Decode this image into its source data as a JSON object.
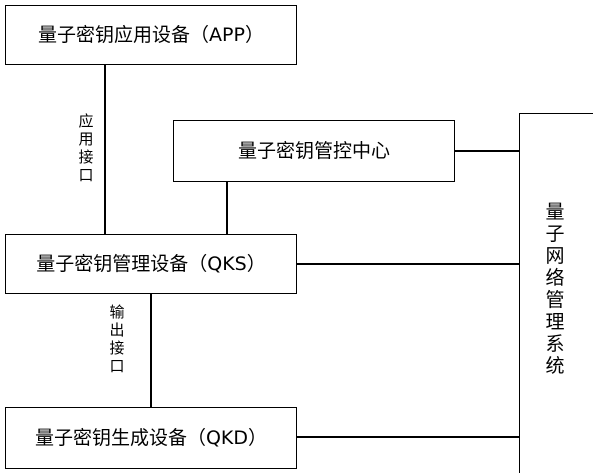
{
  "diagram": {
    "app_box": {
      "label": "量子密钥应用设备（APP）"
    },
    "center_box": {
      "label": "量子密钥管控中心"
    },
    "qks_box": {
      "label": "量子密钥管理设备（QKS）"
    },
    "qkd_box": {
      "label": "量子密钥生成设备（QKD）"
    },
    "network_system": {
      "chars": [
        "量",
        "子",
        "网",
        "络",
        "管",
        "理",
        "系",
        "统"
      ]
    },
    "app_qks_link": {
      "chars": [
        "应",
        "用",
        "接",
        "口"
      ]
    },
    "qks_qkd_link": {
      "chars": [
        "输",
        "出",
        "接",
        "口"
      ]
    }
  }
}
